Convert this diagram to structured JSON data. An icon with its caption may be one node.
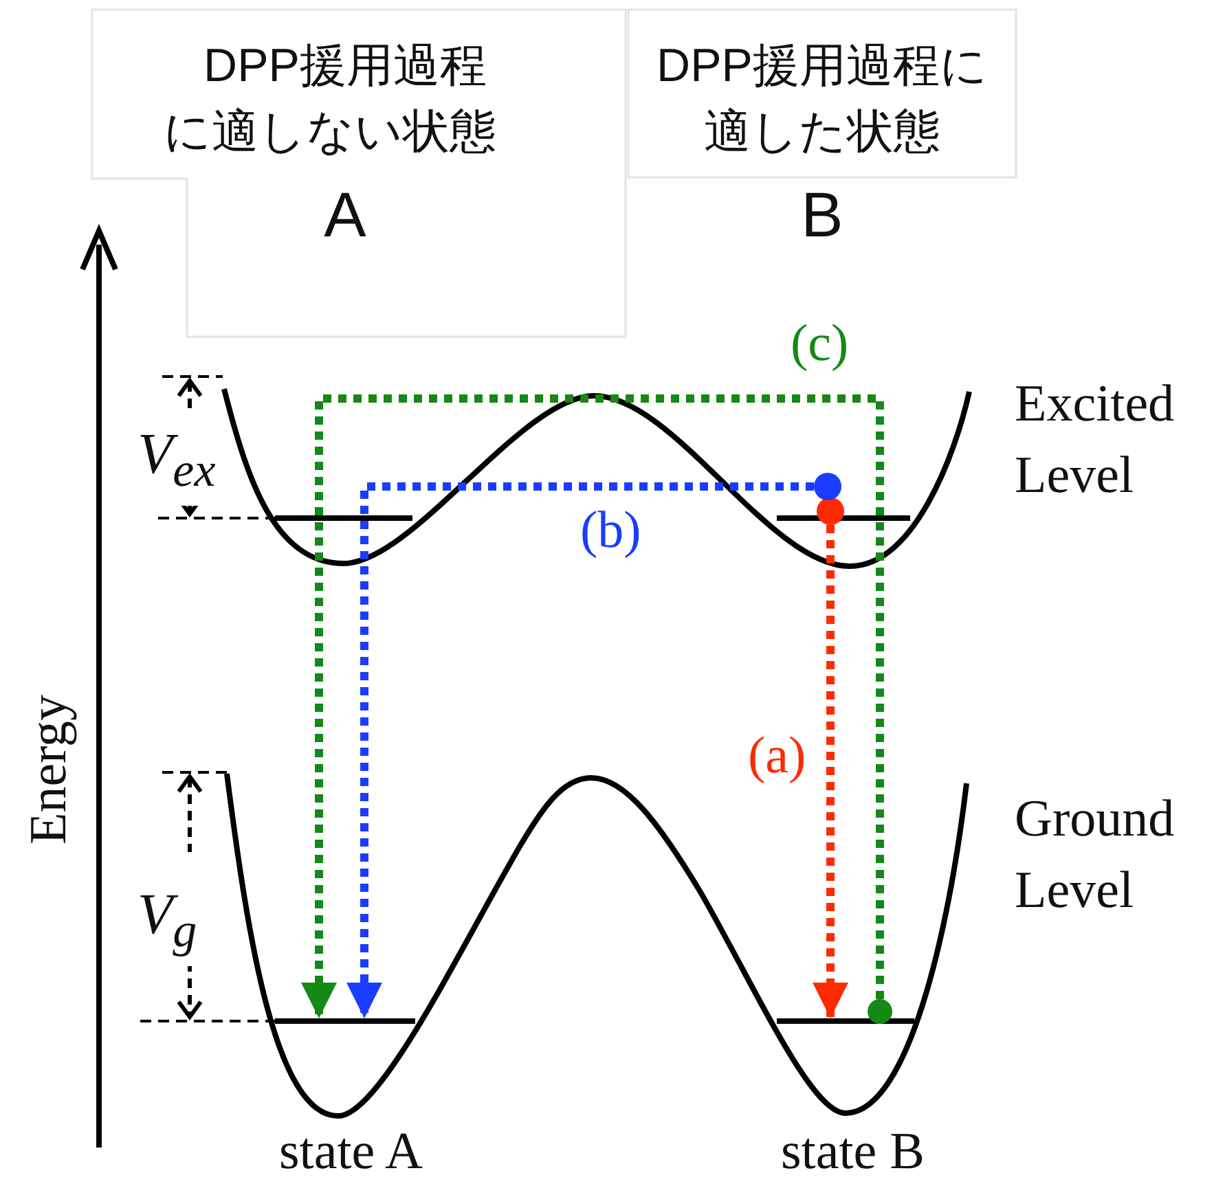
{
  "diagram": {
    "nodes": [
      {
        "text": [
          "DPP援用過程に適しない状態",
          "A"
        ]
      },
      {
        "text": [
          "DPP援用過程に適した状態",
          "B"
        ]
      },
      {
        "text": [],
        "shape": "circle"
      },
      {
        "text": [],
        "shape": "circle"
      },
      {
        "text": [],
        "shape": "circle"
      },
      {
        "text": [],
        "shape": "bar"
      },
      {
        "text": [],
        "shape": "bar"
      }
    ],
    "edges": [
      {
        "from": 3,
        "to": 6,
        "arrow": "to",
        "label": "(a)",
        "color": "#ff2a00"
      },
      {
        "from": 2,
        "to": 5,
        "arrow": "to",
        "label": "(b)",
        "color": "#1a3cff"
      },
      {
        "from": 4,
        "to": 5,
        "arrow": "to",
        "label": "(c)",
        "color": "#148a14"
      }
    ],
    "labels": [
      "Excited Level",
      "V$_{ex}$",
      "Energy",
      "Ground Level",
      "V$_{g}$",
      "state A",
      "state B"
    ]
  }
}
